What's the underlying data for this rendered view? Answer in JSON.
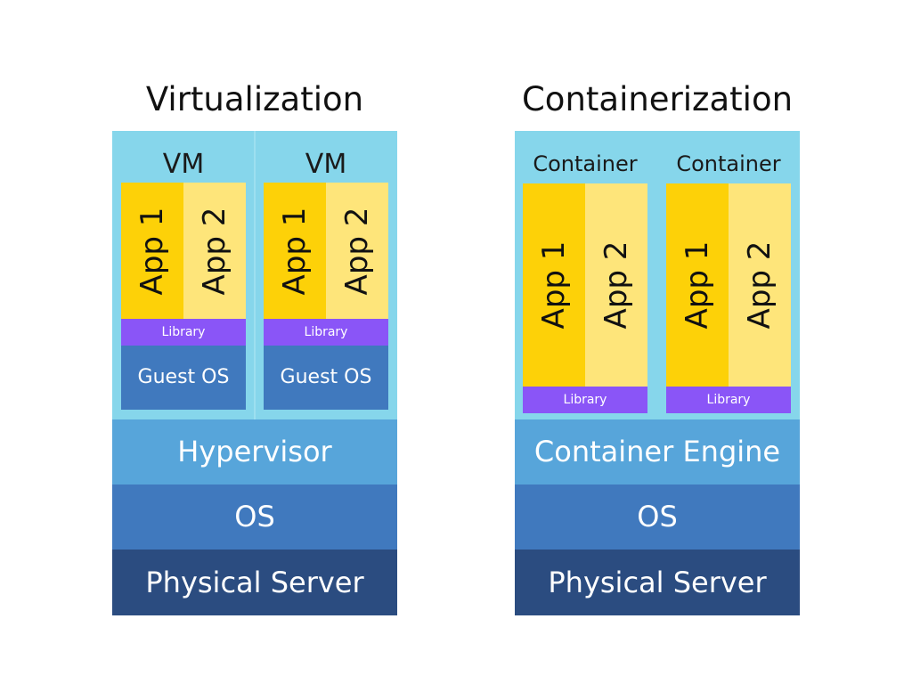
{
  "virtualization": {
    "title": "Virtualization",
    "units": [
      {
        "label": "VM",
        "app1": "App 1",
        "app2": "App 2",
        "library": "Library",
        "guest_os": "Guest OS"
      },
      {
        "label": "VM",
        "app1": "App 1",
        "app2": "App 2",
        "library": "Library",
        "guest_os": "Guest OS"
      }
    ],
    "layers": {
      "middle": "Hypervisor",
      "os": "OS",
      "physical": "Physical Server"
    }
  },
  "containerization": {
    "title": "Containerization",
    "units": [
      {
        "label": "Container",
        "app1": "App 1",
        "app2": "App 2",
        "library": "Library"
      },
      {
        "label": "Container",
        "app1": "App 1",
        "app2": "App 2",
        "library": "Library"
      }
    ],
    "layers": {
      "middle": "Container Engine",
      "os": "OS",
      "physical": "Physical Server"
    }
  },
  "colors": {
    "stack_background": "#86d6eb",
    "hypervisor_engine": "#57a5da",
    "os": "#4079be",
    "physical_server": "#2b4c80",
    "app1": "#fdd108",
    "app2": "#fee57a",
    "library": "#8a55f7"
  }
}
